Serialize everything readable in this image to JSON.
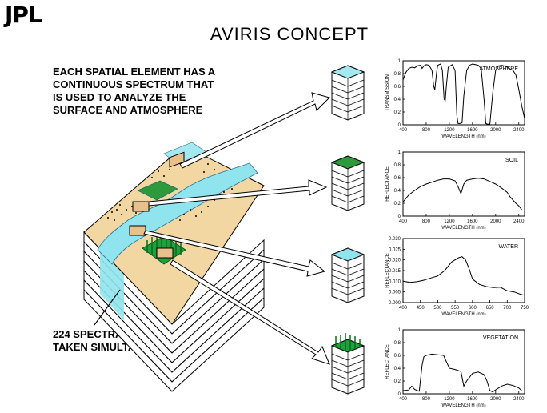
{
  "header": {
    "logo": "JPL",
    "title": "AVIRIS  CONCEPT"
  },
  "captions": {
    "spectrum": "EACH SPATIAL ELEMENT HAS A\nCONTINUOUS SPECTRUM THAT\nIS USED TO ANALYZE THE\nSURFACE AND ATMOSPHERE",
    "images": "224 SPECTRAL IMAGES\nTAKEN SIMULTANEOUSLY"
  },
  "colors": {
    "land": "#f3d7a2",
    "river": "#8fe4ee",
    "vegetation": "#1ea03c",
    "slab_edge": "#000000"
  },
  "chart_data": [
    {
      "type": "line",
      "title": "ATMOSPHERE",
      "xlabel": "WAVELENGTH (nm)",
      "ylabel": "TRANSMISSION",
      "xticks": [
        "400",
        "800",
        "1200",
        "1600",
        "2000",
        "2400"
      ],
      "yticks": [
        "0",
        "0.2",
        "0.4",
        "0.6",
        "0.8",
        "1"
      ],
      "xlim": [
        400,
        2500
      ],
      "ylim": [
        0,
        1
      ],
      "x": [
        400,
        450,
        500,
        550,
        600,
        650,
        700,
        730,
        760,
        800,
        850,
        900,
        930,
        950,
        980,
        1000,
        1050,
        1080,
        1110,
        1130,
        1150,
        1180,
        1250,
        1300,
        1330,
        1350,
        1380,
        1420,
        1450,
        1500,
        1550,
        1600,
        1650,
        1700,
        1750,
        1800,
        1830,
        1860,
        1900,
        1950,
        2000,
        2050,
        2100,
        2150,
        2200,
        2250,
        2300,
        2350,
        2400,
        2450,
        2500
      ],
      "values": [
        0.7,
        0.82,
        0.88,
        0.9,
        0.89,
        0.92,
        0.93,
        0.88,
        0.92,
        0.94,
        0.93,
        0.85,
        0.6,
        0.55,
        0.82,
        0.93,
        0.95,
        0.85,
        0.4,
        0.38,
        0.62,
        0.9,
        0.94,
        0.85,
        0.15,
        0.02,
        0.02,
        0.03,
        0.45,
        0.85,
        0.93,
        0.95,
        0.94,
        0.93,
        0.88,
        0.4,
        0.02,
        0.01,
        0.01,
        0.5,
        0.85,
        0.92,
        0.93,
        0.92,
        0.9,
        0.87,
        0.85,
        0.78,
        0.55,
        0.3,
        0.1
      ]
    },
    {
      "type": "line",
      "title": "SOIL",
      "xlabel": "WAVELENGTH (nm)",
      "ylabel": "REFLECTANCE",
      "xticks": [
        "400",
        "800",
        "1200",
        "1600",
        "2000",
        "2400"
      ],
      "yticks": [
        "0",
        "0.2",
        "0.4",
        "0.6",
        "0.8",
        "1"
      ],
      "xlim": [
        400,
        2500
      ],
      "ylim": [
        0,
        1
      ],
      "x": [
        400,
        500,
        600,
        700,
        800,
        900,
        1000,
        1100,
        1200,
        1300,
        1350,
        1400,
        1450,
        1500,
        1600,
        1700,
        1800,
        1900,
        2000,
        2100,
        2200,
        2250,
        2300,
        2350,
        2400,
        2450
      ],
      "values": [
        0.22,
        0.33,
        0.4,
        0.46,
        0.5,
        0.53,
        0.56,
        0.58,
        0.58,
        0.55,
        0.46,
        0.35,
        0.5,
        0.56,
        0.58,
        0.59,
        0.58,
        0.54,
        0.5,
        0.44,
        0.37,
        0.3,
        0.25,
        0.2,
        0.16,
        0.1
      ]
    },
    {
      "type": "line",
      "title": "WATER",
      "xlabel": "WAVELENGTH (nm)",
      "ylabel": "REFLECTANCE",
      "xticks": [
        "400",
        "450",
        "500",
        "550",
        "600",
        "650",
        "700",
        "750"
      ],
      "yticks": [
        "0.000",
        "0.005",
        "0.010",
        "0.015",
        "0.020",
        "0.025",
        "0.030"
      ],
      "xlim": [
        400,
        750
      ],
      "ylim": [
        0,
        0.03
      ],
      "x": [
        400,
        420,
        440,
        460,
        480,
        500,
        520,
        540,
        560,
        570,
        580,
        590,
        600,
        620,
        640,
        660,
        680,
        700,
        720,
        740,
        750
      ],
      "values": [
        0.01,
        0.0095,
        0.0098,
        0.0105,
        0.0115,
        0.0125,
        0.015,
        0.019,
        0.021,
        0.0215,
        0.02,
        0.016,
        0.011,
        0.0085,
        0.0075,
        0.007,
        0.0072,
        0.0055,
        0.005,
        0.0038,
        0.0035
      ]
    },
    {
      "type": "line",
      "title": "VEGETATION",
      "xlabel": "WAVELENGTH (nm)",
      "ylabel": "REFLECTANCE",
      "xticks": [
        "400",
        "800",
        "1200",
        "1600",
        "2000",
        "2400"
      ],
      "yticks": [
        "0",
        "0.2",
        "0.4",
        "0.6",
        "0.8",
        "1"
      ],
      "xlim": [
        400,
        2500
      ],
      "ylim": [
        0,
        1
      ],
      "x": [
        400,
        500,
        550,
        600,
        650,
        680,
        700,
        730,
        760,
        800,
        900,
        1000,
        1100,
        1150,
        1200,
        1300,
        1400,
        1450,
        1500,
        1600,
        1700,
        1800,
        1850,
        1900,
        1950,
        2000,
        2100,
        2200,
        2300,
        2400,
        2450
      ],
      "values": [
        0.05,
        0.06,
        0.12,
        0.07,
        0.05,
        0.04,
        0.2,
        0.45,
        0.58,
        0.6,
        0.62,
        0.61,
        0.6,
        0.5,
        0.4,
        0.38,
        0.35,
        0.12,
        0.2,
        0.32,
        0.34,
        0.3,
        0.2,
        0.05,
        0.03,
        0.06,
        0.12,
        0.15,
        0.13,
        0.09,
        0.05
      ]
    }
  ]
}
